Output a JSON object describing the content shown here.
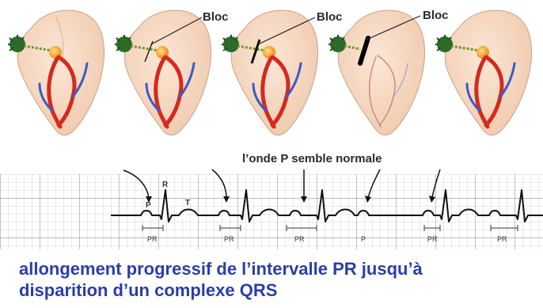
{
  "hearts": [
    {
      "bloc_label": "",
      "state": "normal"
    },
    {
      "bloc_label": "Bloc",
      "state": "thin-block"
    },
    {
      "bloc_label": "Bloc",
      "state": "medium-block"
    },
    {
      "bloc_label": "Bloc",
      "state": "complete-block"
    },
    {
      "bloc_label": "",
      "state": "normal"
    }
  ],
  "ecg": {
    "annotation": "l’onde P semble normale",
    "wave_labels": {
      "p": "P",
      "r": "R",
      "t": "T"
    },
    "interval_labels": [
      "PR",
      "PR",
      "PR",
      "P",
      "PR",
      "PR"
    ]
  },
  "caption": {
    "line1": "allongement progressif de l’intervalle PR jusqu’à",
    "line2": "disparition d’un complexe QRS"
  },
  "colors": {
    "caption": "#2a3ea8",
    "conduction_red": "#d42a1e",
    "conduction_blue": "#3a5cc8",
    "node_orange": "#f39c1f",
    "sa_node_green": "#2e6b2a",
    "heart_fill": "#f6d9c4"
  }
}
